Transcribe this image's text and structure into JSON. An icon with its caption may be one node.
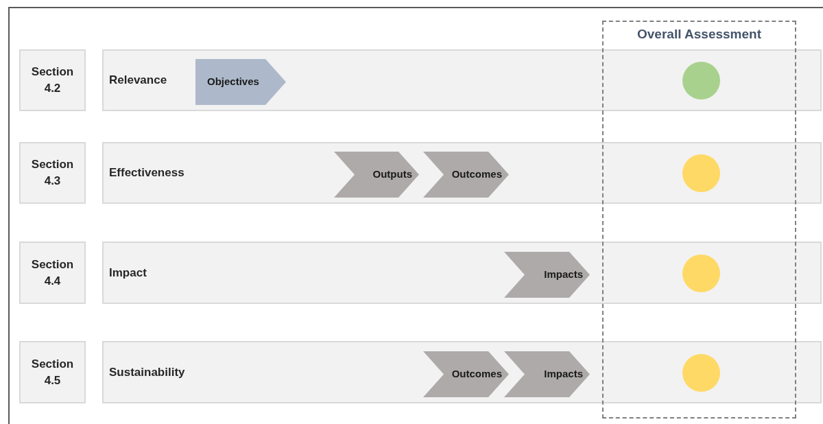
{
  "diagram": {
    "nodes": [
      {
        "text": [
          "Overall Assessment"
        ]
      },
      {
        "text": [
          "Section 4.2"
        ]
      },
      {
        "text": [
          "Relevance"
        ]
      },
      {
        "text": [
          "Objectives"
        ],
        "in": 2
      },
      {
        "text": [],
        "shape": "circle"
      },
      {
        "text": [
          "Section 4.3"
        ]
      },
      {
        "text": [
          "Effectiveness"
        ]
      },
      {
        "text": [
          "Outputs"
        ],
        "in": 6
      },
      {
        "text": [
          "Outcomes"
        ],
        "in": 6
      },
      {
        "text": [],
        "shape": "circle"
      },
      {
        "text": [
          "Section 4.4"
        ]
      },
      {
        "text": [
          "Impact"
        ]
      },
      {
        "text": [
          "Impacts"
        ],
        "in": 11
      },
      {
        "text": [],
        "shape": "circle"
      },
      {
        "text": [
          "Section 4.5"
        ]
      },
      {
        "text": [
          "Sustainability"
        ]
      },
      {
        "text": [
          "Outcomes"
        ],
        "in": 15
      },
      {
        "text": [
          "Impacts"
        ],
        "in": 15
      },
      {
        "text": [],
        "shape": "circle"
      }
    ]
  }
}
